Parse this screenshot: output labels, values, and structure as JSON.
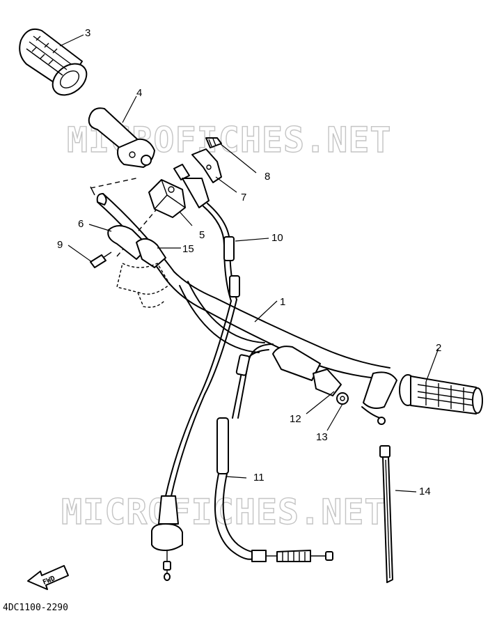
{
  "watermark": "MICROFICHES.NET",
  "diagram_code": "4DC1100-2290",
  "fwd_label": "FWD",
  "callouts": {
    "c1": "1",
    "c2": "2",
    "c3": "3",
    "c4": "4",
    "c5": "5",
    "c6": "6",
    "c7": "7",
    "c8": "8",
    "c9": "9",
    "c10": "10",
    "c11": "11",
    "c12": "12",
    "c13": "13",
    "c14": "14",
    "c15": "15"
  }
}
